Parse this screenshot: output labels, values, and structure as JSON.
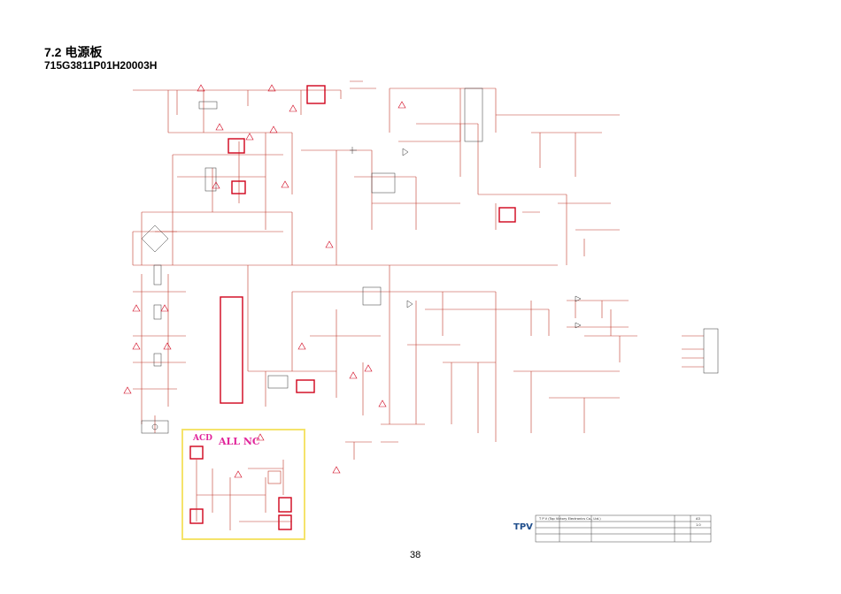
{
  "page": {
    "section_heading": "7.2 电源板",
    "model_number": "715G3811P01H20003H",
    "page_number": "38"
  },
  "overlay": {
    "region_label": "ACD",
    "region_note": "ALL NC"
  },
  "title_block": {
    "company": "T P V  (Top Victory Electronics Co., Ltd.)",
    "logo_text": "TPV",
    "size_value": "A3",
    "rev_value": "1.0"
  },
  "colors": {
    "wire": "#c0392b",
    "highlight": "#d0021b",
    "overlay_border": "#f5e36b",
    "overlay_text": "#e0249a",
    "ink": "#000000"
  }
}
